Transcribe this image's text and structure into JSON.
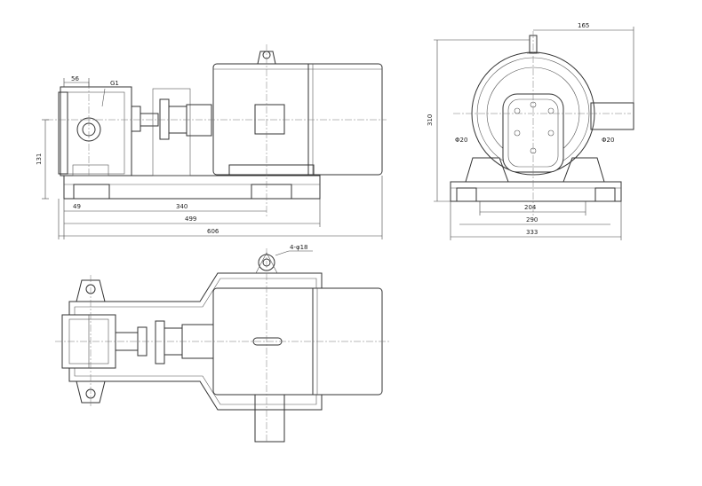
{
  "dimensions": {
    "front_top_56": "56",
    "front_g1": "G1",
    "front_left_131": "131",
    "front_bottom_49": "49",
    "front_bottom_340": "340",
    "front_bottom_499": "499",
    "front_bottom_606": "606",
    "side_top_165": "165",
    "side_left_310": "310",
    "side_bottom_204": "204",
    "side_bottom_290": "290",
    "side_bottom_333": "333",
    "side_port_left": "Φ20",
    "side_port_right": "Φ20",
    "top_holes": "4-φ18"
  }
}
